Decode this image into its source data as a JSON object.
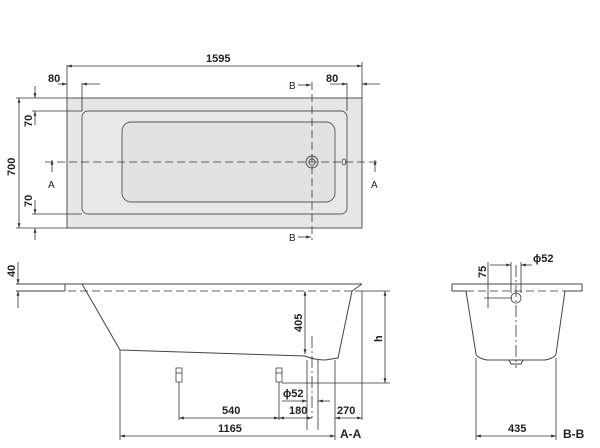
{
  "plan_view": {
    "dims": {
      "length": "1595",
      "rim_left": "80",
      "rim_right": "80",
      "width": "700",
      "rim_top": "70",
      "rim_bottom": "70"
    },
    "section_markers": {
      "a_left": "A",
      "a_right": "A",
      "b_top": "B",
      "b_bottom": "B"
    }
  },
  "section_a": {
    "title": "A-A",
    "dims": {
      "rim_thickness": "40",
      "depth": "405",
      "height": "h",
      "drain_diameter": "ϕ52",
      "foot_spacing": "540",
      "drain_offset": "180",
      "end_offset": "270",
      "inner_length": "1165"
    }
  },
  "section_b": {
    "title": "B-B",
    "dims": {
      "overflow_height": "75",
      "overflow_diameter": "ϕ52",
      "bottom_width": "435"
    }
  },
  "colors": {
    "tub_fill": "#e6e6e6",
    "basin_fill": "#dedede",
    "line": "#333333"
  }
}
